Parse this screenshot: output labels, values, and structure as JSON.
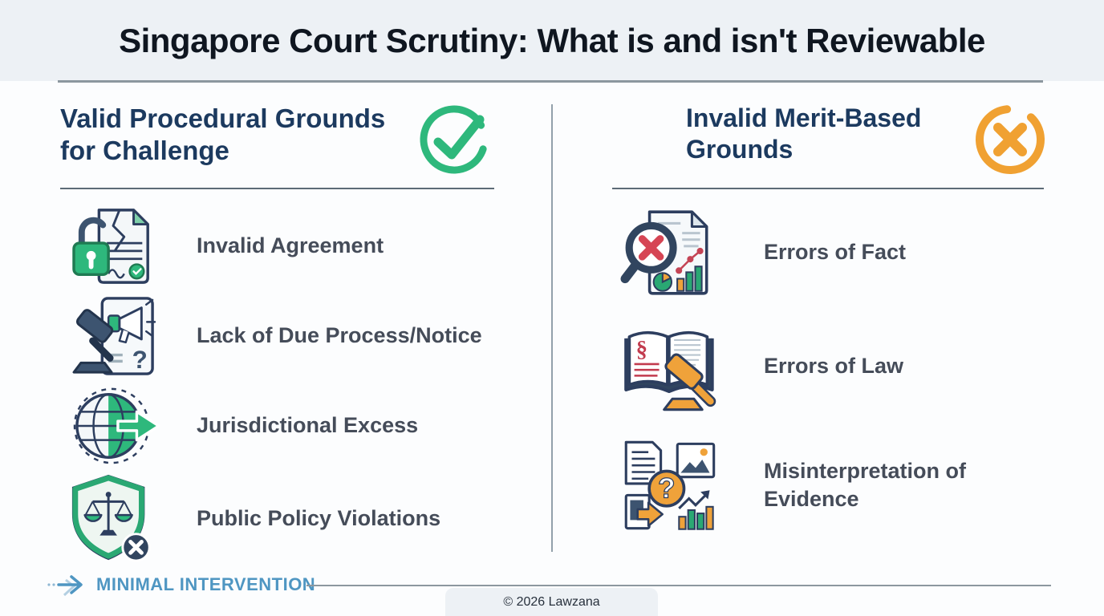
{
  "title": "Singapore Court Scrutiny: What is and isn't Reviewable",
  "columns": {
    "left": {
      "heading": "Valid Procedural Grounds for Challenge",
      "status_icon": "check-circle-icon",
      "accent_color": "#2eb87c",
      "items": [
        {
          "label": "Invalid Agreement",
          "icon": "torn-contract-padlock-icon"
        },
        {
          "label": "Lack of Due Process/Notice",
          "icon": "gavel-notice-document-icon"
        },
        {
          "label": "Jurisdictional Excess",
          "icon": "globe-arrow-icon"
        },
        {
          "label": "Public Policy Violations",
          "icon": "shield-scales-x-icon"
        }
      ]
    },
    "right": {
      "heading": "Invalid Merit-Based Grounds",
      "status_icon": "x-circle-icon",
      "accent_color": "#f0a132",
      "items": [
        {
          "label": "Errors of Fact",
          "icon": "magnifier-x-report-icon"
        },
        {
          "label": "Errors of Law",
          "icon": "law-book-gavel-icon"
        },
        {
          "label": "Misinterpretation of Evidence",
          "icon": "evidence-question-icon"
        }
      ]
    }
  },
  "footer": {
    "tagline": "MINIMAL INTERVENTION",
    "tagline_icon": "forward-arrow-icon",
    "copyright": "© 2026 Lawzana"
  },
  "colors": {
    "header_bg": "#edf1f5",
    "page_bg": "#fcfdfe",
    "title_text": "#0f1620",
    "heading_navy": "#1c3a5f",
    "item_text": "#454c59",
    "green": "#2eb87c",
    "orange": "#f0a132",
    "red": "#d64554",
    "steel_blue": "#4f96c2",
    "divider_gray": "#8c979f"
  }
}
